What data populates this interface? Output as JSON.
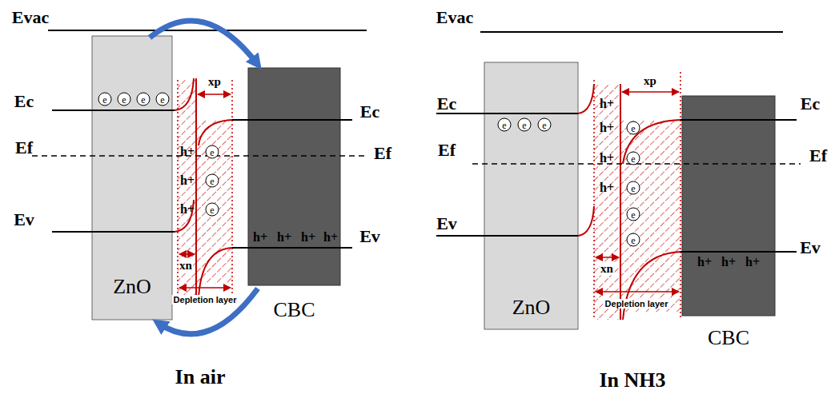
{
  "diagram": {
    "nodes": [
      {
        "text": [
          "ZnO"
        ]
      },
      {
        "text": [
          "CBC"
        ]
      },
      {
        "text": [
          "ZnO"
        ]
      },
      {
        "text": [
          "CBC"
        ]
      }
    ],
    "edges": [
      {
        "from": 0,
        "to": 1,
        "arrow": "to"
      },
      {
        "from": 1,
        "to": 0,
        "arrow": "to"
      }
    ],
    "labels": [
      "Evac",
      "Ec",
      "Ef",
      "Ev",
      "e",
      "e",
      "e",
      "e",
      "h+",
      "h+",
      "h+",
      "e",
      "e",
      "e",
      "h+",
      "h+",
      "h+",
      "h+",
      "xp",
      "xn",
      "Depletion layer",
      "Ec",
      "Ef",
      "Ev",
      "In air",
      "Evac",
      "Ec",
      "Ef",
      "Ev",
      "e",
      "e",
      "e",
      "h+",
      "h+",
      "h+",
      "h+",
      "e",
      "e",
      "e",
      "e",
      "e",
      "h+",
      "h+",
      "h+",
      "xp",
      "xn",
      "Depletion layer",
      "Ec",
      "Ef",
      "Ev",
      "In NH3"
    ]
  }
}
